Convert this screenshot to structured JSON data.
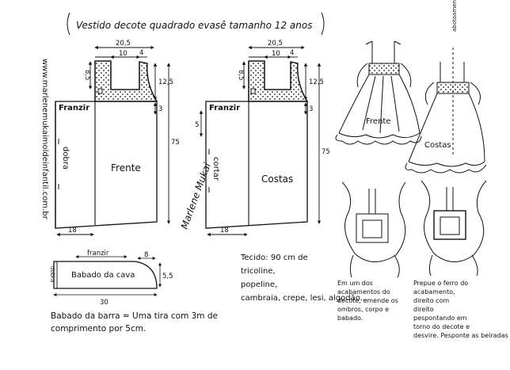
{
  "title": "Vestido decote quadrado evasê tamanho 12 anos",
  "website": "www.marlenemukaimoldeinfantil.com.br",
  "signature": "Marlene Mukai",
  "front": {
    "label": "Frente",
    "fold_label": "dobra",
    "gather_label": "Franzir",
    "dims": {
      "top_width": "20,5",
      "neck_width": "10",
      "shoulder": "4",
      "neck_depth": "8,5",
      "armhole_depth": "12,5",
      "yoke_height": "3",
      "height": "75",
      "hem_width": "18"
    }
  },
  "back": {
    "label": "Costas",
    "cut_label": "cortar",
    "gather_label": "Franzir",
    "dims": {
      "top_width": "20,5",
      "neck_width": "10",
      "shoulder": "4",
      "neck_depth": "8,5",
      "armhole_depth": "12,5",
      "yoke_height": "3",
      "gather_height": "5",
      "height": "75",
      "hem_width": "18"
    }
  },
  "ruffle": {
    "label": "Babado da cava",
    "gather_label": "franzir",
    "side_label": "dobra",
    "width": "30",
    "right_height": "5,5",
    "top_right": "8"
  },
  "fabric_note": "Tecido: 90 cm de tricoline, popeline, cambraia, crepe, lesi, algodão...",
  "hem_note": "Babado da barra = Uma tira com 3m de comprimento por 5cm.",
  "sketches": {
    "front_label": "Frente",
    "back_label": "Costas",
    "opening_label": "abotoamento"
  },
  "instructions": {
    "left": "Em um dos acabamentos do decote, emende os ombros, corpo e babado.",
    "right": "Prepue o ferro do acabamento, direito com direito pespontando em torno do decote e desvire. Pesponte as beiradas"
  }
}
